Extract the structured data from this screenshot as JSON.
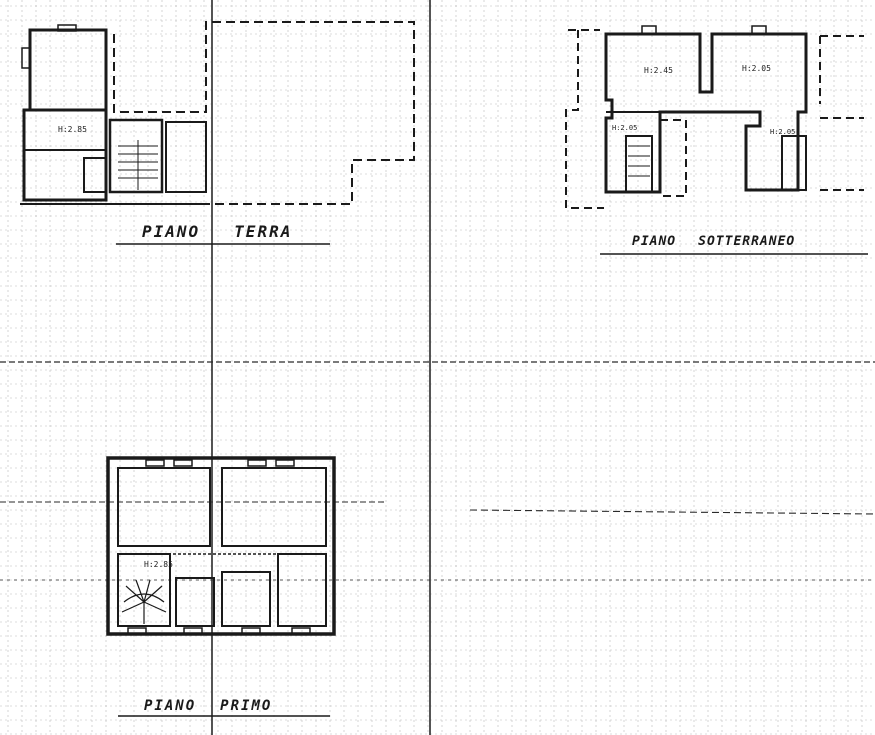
{
  "plans": {
    "ground": {
      "title_a": "PIANO",
      "title_b": "TERRA",
      "height_label": "H:2.85"
    },
    "basement": {
      "title_a": "PIANO",
      "title_b": "SOTTERRANEO",
      "height_left": "H:2.45",
      "height_right": "H:2.05",
      "height_stair": "H:2.05",
      "height_small": "H:2.05"
    },
    "first": {
      "title_a": "PIANO",
      "title_b": "PRIMO",
      "height_label": "H:2.85"
    }
  },
  "colors": {
    "ink": "#1a1a1a",
    "grid_light": "#b9b9b9",
    "grid_dark": "#2a2a2a"
  }
}
